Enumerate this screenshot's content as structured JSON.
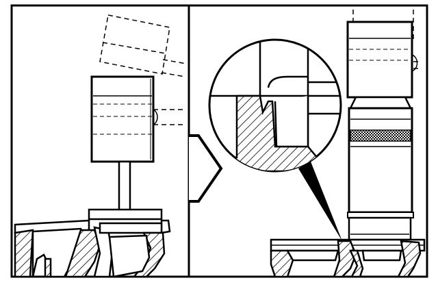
{
  "figure": {
    "panels": [
      {
        "id": "left",
        "content": "hammer-seating-valve-seat-in-cylinder-head"
      },
      {
        "id": "right",
        "content": "staking-tool-with-magnified-detail"
      }
    ],
    "colors": {
      "ink": "#000000",
      "paper": "#ffffff"
    }
  }
}
